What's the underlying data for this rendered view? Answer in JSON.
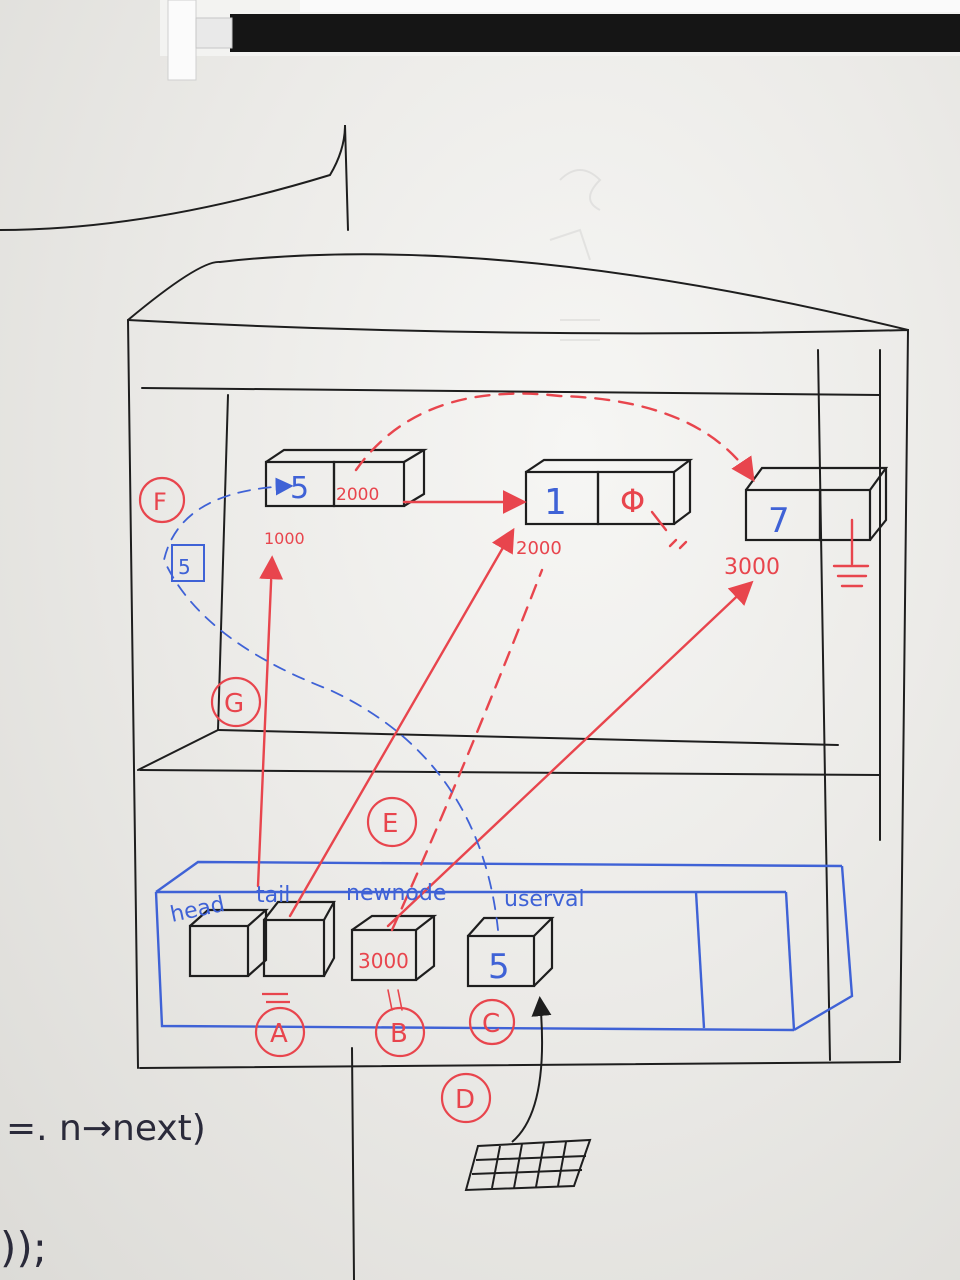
{
  "scene": {
    "description_free": true,
    "ink": {
      "black": "#1e1e1e",
      "red": "#e8454d",
      "blue": "#3f62d6"
    }
  },
  "heap_nodes": [
    {
      "data": "5",
      "next": "2000"
    },
    {
      "data": "1",
      "next": "Φ"
    },
    {
      "data": "7",
      "next": ""
    }
  ],
  "addresses": [
    "1000",
    "2000",
    "3000"
  ],
  "stack_labels": {
    "head": "head",
    "tail": "tail",
    "newnode": "newnode",
    "userval": "userval"
  },
  "stack_values": {
    "newnode": "3000",
    "userval": "5"
  },
  "step_markers": [
    "A",
    "B",
    "C",
    "D",
    "E",
    "F",
    "G"
  ],
  "side_box_value": "5",
  "left_code": "=. n→next)",
  "bottom_left_code": "));"
}
